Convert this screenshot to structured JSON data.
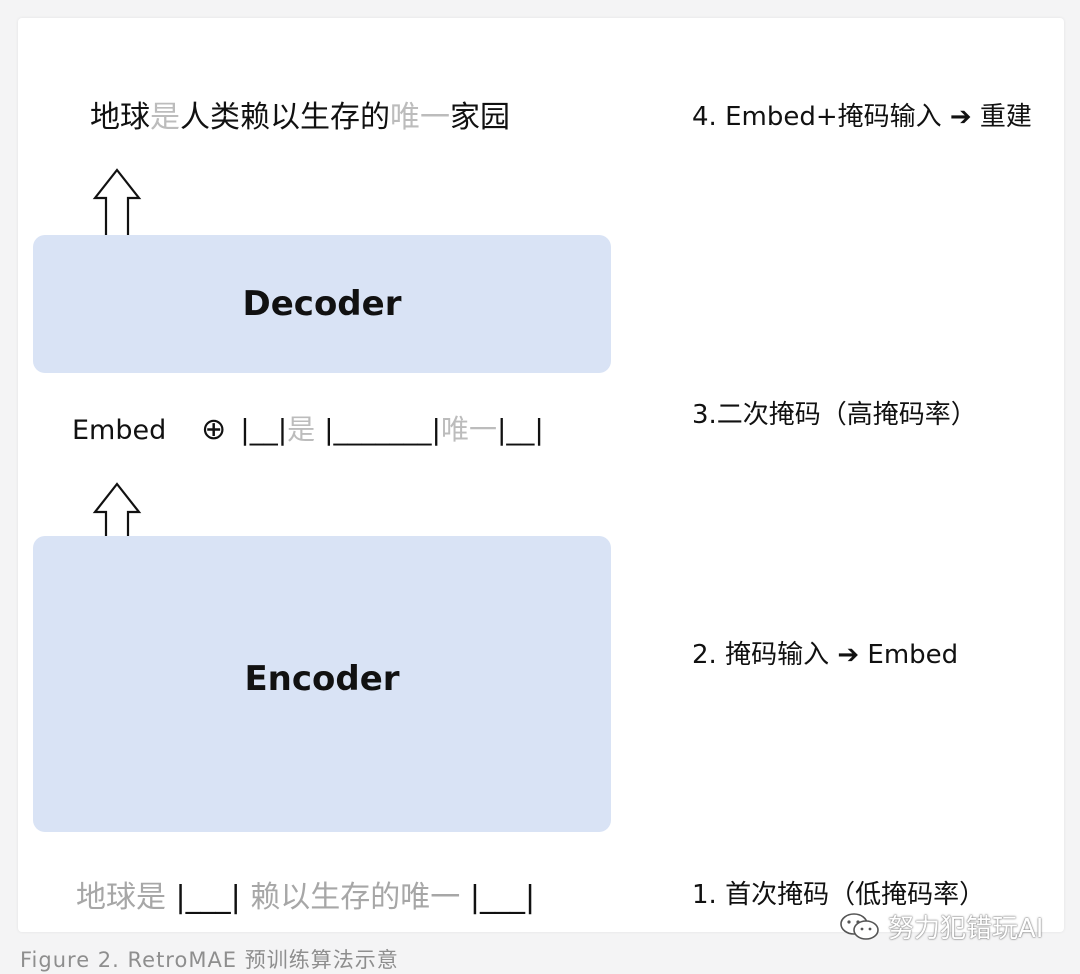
{
  "diagram": {
    "top_sentence": {
      "part1": "地球",
      "part2_masked": "是",
      "part3": "人类赖以生存的",
      "part4_masked": "唯一",
      "part5": "家园"
    },
    "decoder_label": "Decoder",
    "encoder_label": "Encoder",
    "middle_line": {
      "embed": "Embed",
      "oplus": "⊕",
      "seg1": "|__|",
      "seg2_gray": "是",
      "seg3": " |_______|",
      "seg4_gray": "唯一",
      "seg5": "|__|"
    },
    "bottom_line": {
      "seg1_gray": "地球是",
      "seg2": " |___| ",
      "seg3_gray": "赖以生存的唯一",
      "seg4": " |___|"
    },
    "steps": {
      "step4": "4. Embed+掩码输入 ➔ 重建",
      "step3": "3.二次掩码（高掩码率）",
      "step2": "2. 掩码输入 ➔ Embed",
      "step1": "1. 首次掩码（低掩码率）"
    },
    "icon_arrows": [
      "arrow-up-outline-icon",
      "arrow-up-outline-icon"
    ]
  },
  "watermark": {
    "text": "努力犯错玩AI",
    "icon": "wechat-icon"
  },
  "caption": "Figure 2. RetroMAE 预训练算法示意",
  "colors": {
    "box_fill": "#d9e3f5",
    "masked_text": "#bcbcbc",
    "caption": "#8e8e8e"
  }
}
